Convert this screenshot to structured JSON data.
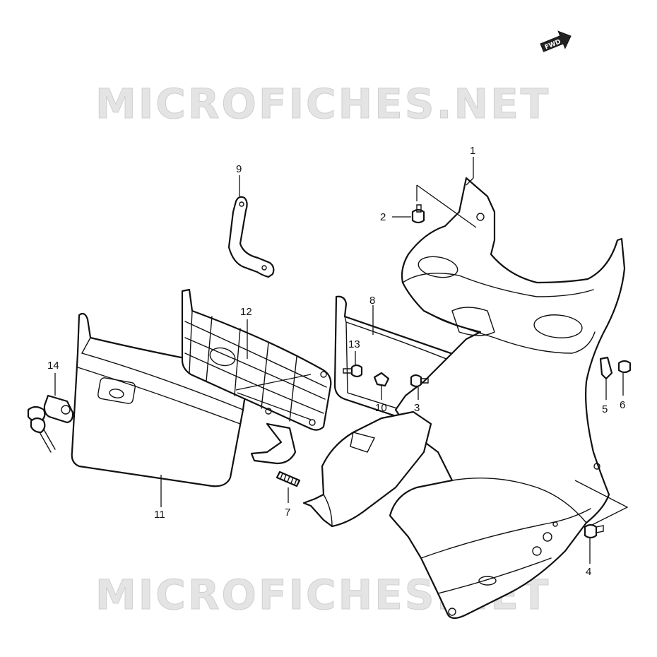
{
  "watermark": {
    "top_text": "MICROFICHES.NET",
    "bottom_text": "MICROFICHES.NET"
  },
  "fwd_badge": {
    "label": "FWD"
  },
  "callouts": [
    {
      "id": "c1",
      "label": "1"
    },
    {
      "id": "c2",
      "label": "2"
    },
    {
      "id": "c3",
      "label": "3"
    },
    {
      "id": "c4",
      "label": "4"
    },
    {
      "id": "c5",
      "label": "5"
    },
    {
      "id": "c6",
      "label": "6"
    },
    {
      "id": "c7",
      "label": "7"
    },
    {
      "id": "c8",
      "label": "8"
    },
    {
      "id": "c9",
      "label": "9"
    },
    {
      "id": "c10",
      "label": "10"
    },
    {
      "id": "c11",
      "label": "11"
    },
    {
      "id": "c12",
      "label": "12"
    },
    {
      "id": "c13",
      "label": "13"
    },
    {
      "id": "c14",
      "label": "14"
    }
  ]
}
